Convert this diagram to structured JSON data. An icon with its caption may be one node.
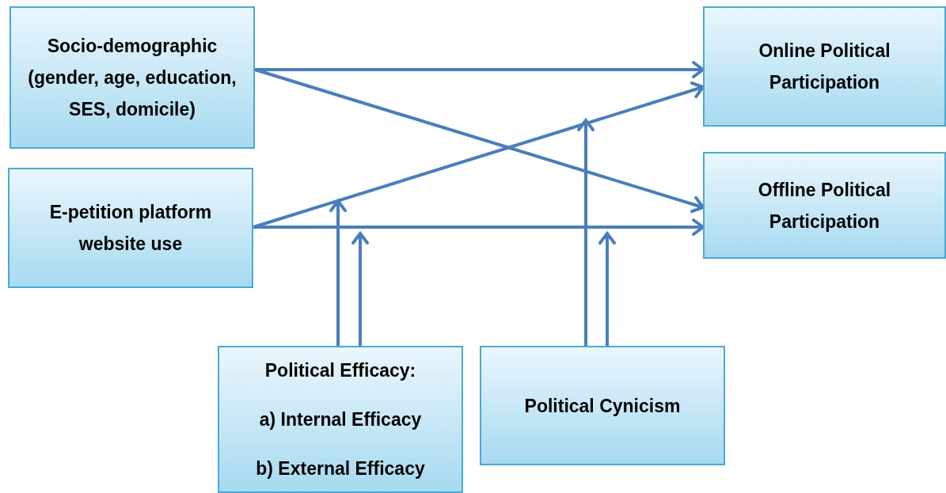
{
  "diagram": {
    "nodes": [
      {
        "text": [
          "Socio-demographic (gender, age, education, SES, domicile)"
        ]
      },
      {
        "text": [
          "E-petition platform website use"
        ]
      },
      {
        "text": [
          "Online Political Participation"
        ]
      },
      {
        "text": [
          "Offline Political Participation"
        ]
      },
      {
        "text": [
          "Political Efficacy:",
          "a) Internal Efficacy",
          "b) External Efficacy"
        ]
      },
      {
        "text": [
          "Political Cynicism"
        ]
      }
    ],
    "edges": [
      {
        "from": 0,
        "to": 2,
        "arrow": "to"
      },
      {
        "from": 0,
        "to": 3,
        "arrow": "to"
      },
      {
        "from": 1,
        "to": 2,
        "arrow": "to"
      },
      {
        "from": 1,
        "to": 3,
        "arrow": "to"
      },
      {
        "from": 4,
        "to": null,
        "arrow": "to"
      },
      {
        "from": 4,
        "to": null,
        "arrow": "to"
      },
      {
        "from": 5,
        "to": null,
        "arrow": "to"
      },
      {
        "from": 5,
        "to": null,
        "arrow": "to"
      }
    ]
  }
}
